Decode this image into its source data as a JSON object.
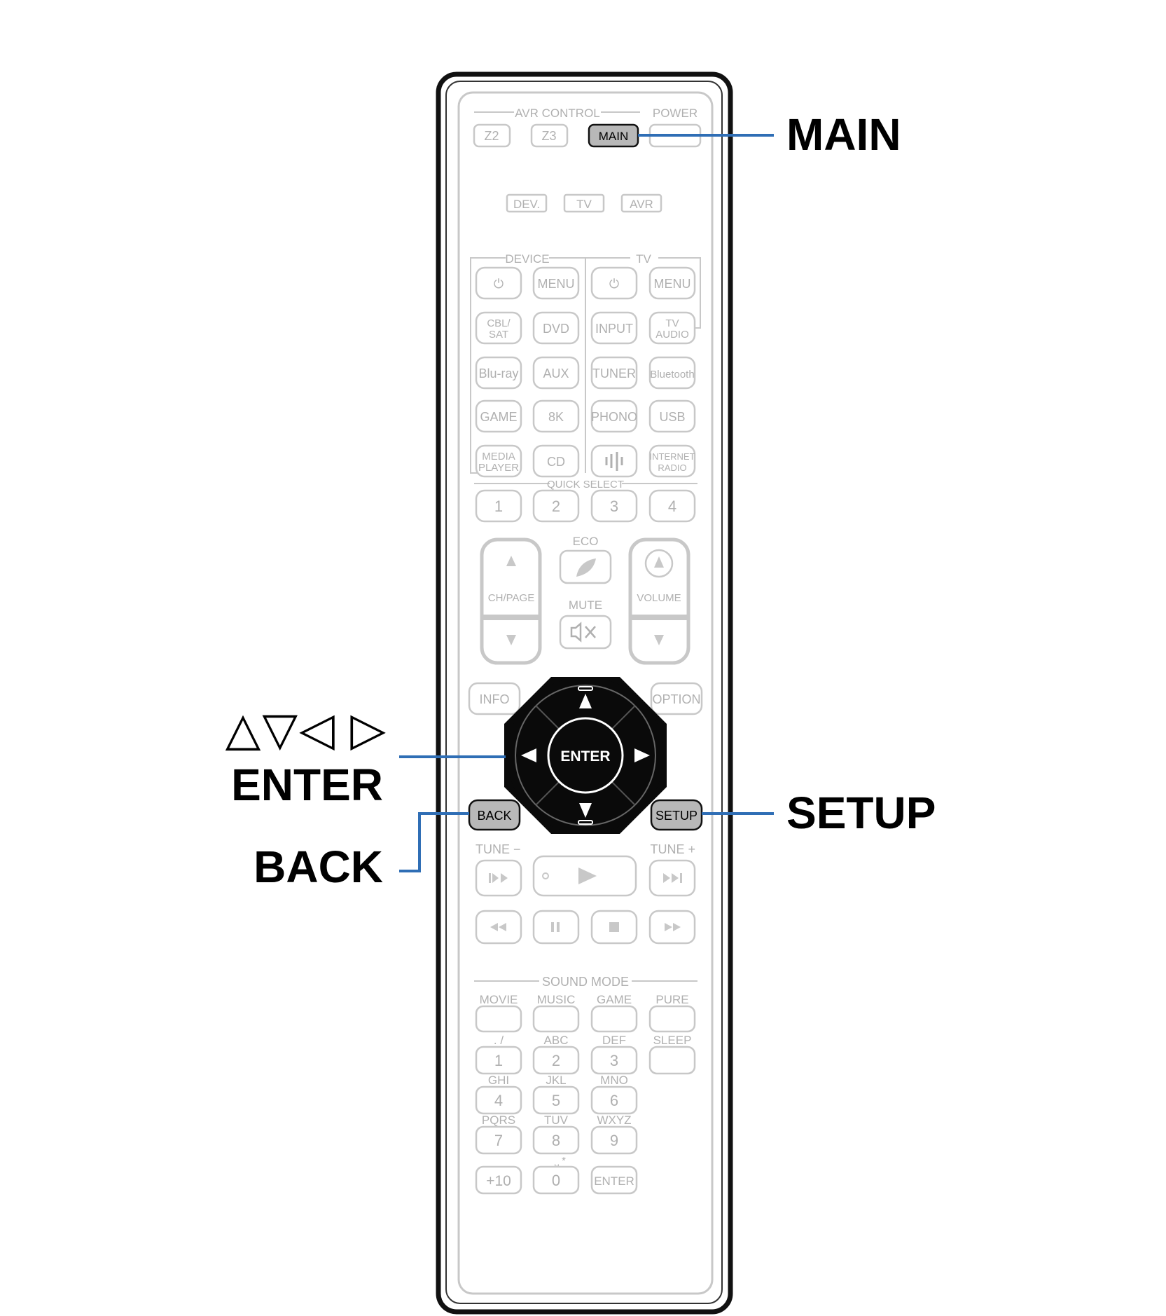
{
  "callouts": {
    "main": "MAIN",
    "arrows": "△▽◁ ▷",
    "enter": "ENTER",
    "back": "BACK",
    "setup": "SETUP"
  },
  "colors": {
    "leader_line": "#2f6eb5",
    "remote_outline": "#111111",
    "faded_button": "#c8c8c8",
    "faded_text": "#b0b0b0",
    "highlight_button": "#b8b8b8",
    "dpad": "#0a0a0a"
  },
  "remote": {
    "avr_control": "AVR CONTROL",
    "power": "POWER",
    "z2": "Z2",
    "z3": "Z3",
    "main": "MAIN",
    "dev": "DEV.",
    "tv": "TV",
    "avr": "AVR",
    "device_group": "DEVICE",
    "tv_group": "TV",
    "power_icon": "⏻",
    "menu": "MENU",
    "cbl1": "CBL/",
    "cbl2": "SAT",
    "dvd": "DVD",
    "input": "INPUT",
    "tvaudio1": "TV",
    "tvaudio2": "AUDIO",
    "bluray": "Blu-ray",
    "aux": "AUX",
    "tuner": "TUNER",
    "bluetooth": "Bluetooth",
    "game": "GAME",
    "k8": "8K",
    "phono": "PHONO",
    "usb": "USB",
    "media1": "MEDIA",
    "media2": "PLAYER",
    "cd": "CD",
    "inet1": "INTERNET",
    "inet2": "RADIO",
    "quick_select": "QUICK SELECT",
    "q1": "1",
    "q2": "2",
    "q3": "3",
    "q4": "4",
    "eco": "ECO",
    "mute": "MUTE",
    "chpage": "CH/PAGE",
    "volume": "VOLUME",
    "info": "INFO",
    "option": "OPTION",
    "enter": "ENTER",
    "back": "BACK",
    "setup": "SETUP",
    "tune_minus": "TUNE −",
    "tune_plus": "TUNE +",
    "sound_mode": "SOUND MODE",
    "movie": "MOVIE",
    "music": "MUSIC",
    "game2": "GAME",
    "pure": "PURE",
    "sym": ". /",
    "abc": "ABC",
    "def": "DEF",
    "sleep": "SLEEP",
    "ghi": "GHI",
    "jkl": "JKL",
    "mno": "MNO",
    "pqrs": "PQRS",
    "tuv": "TUV",
    "wxyz": "WXYZ",
    "n1": "1",
    "n2": "2",
    "n3": "3",
    "n4": "4",
    "n5": "5",
    "n6": "6",
    "n7": "7",
    "n8": "8",
    "n9": "9",
    "plus10": "+10",
    "n0": "0",
    "zero_sub": "⎵ *",
    "enter2": "ENTER"
  }
}
